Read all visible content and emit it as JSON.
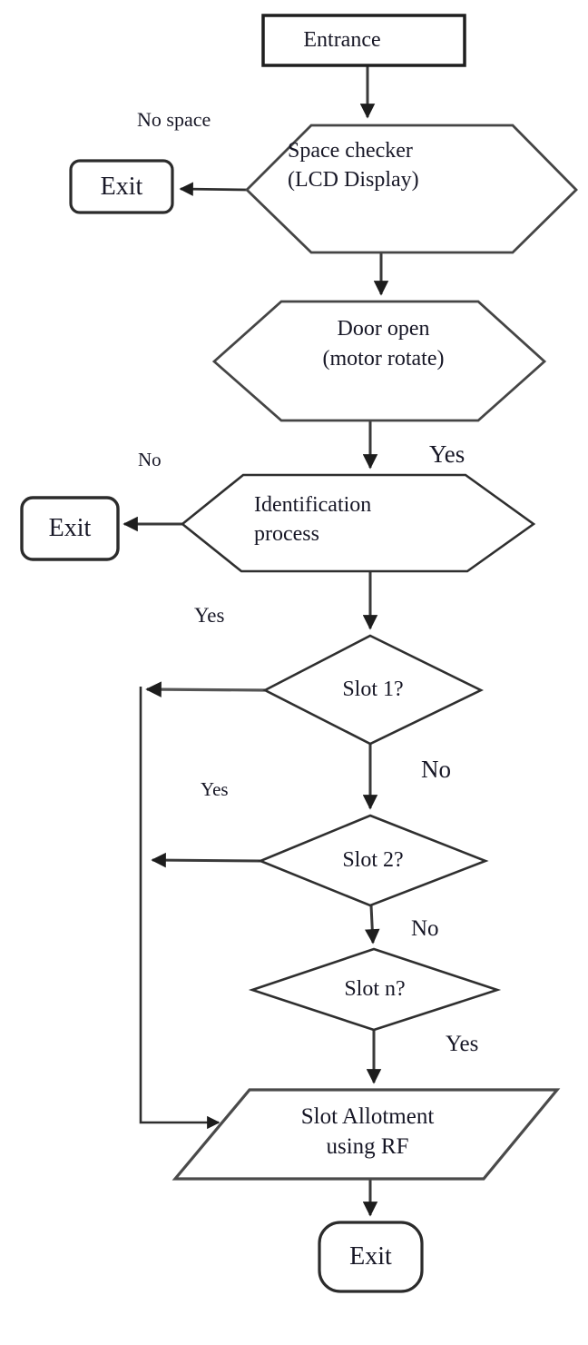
{
  "nodes": {
    "entrance": {
      "label": "Entrance",
      "type": "rectangle"
    },
    "space_checker": {
      "line1": "Space checker",
      "line2": "(LCD Display)",
      "type": "hexagon"
    },
    "exit_top": {
      "label": "Exit",
      "type": "rounded-rectangle"
    },
    "door_open": {
      "line1": "Door open",
      "line2": "(motor rotate)",
      "type": "hexagon"
    },
    "identification": {
      "line1": "Identification",
      "line2": "process",
      "type": "hexagon"
    },
    "exit_mid": {
      "label": "Exit",
      "type": "rounded-rectangle"
    },
    "slot1": {
      "label": "Slot 1?",
      "type": "diamond"
    },
    "slot2": {
      "label": "Slot 2?",
      "type": "diamond"
    },
    "slotn": {
      "label": "Slot n?",
      "type": "diamond"
    },
    "slot_allotment": {
      "line1": "Slot Allotment",
      "line2": "using RF",
      "type": "parallelogram"
    },
    "exit_bottom": {
      "label": "Exit",
      "type": "rounded-rectangle"
    }
  },
  "edge_labels": {
    "no_space": "No space",
    "identification_yes": "Yes",
    "identification_no": "No",
    "slot1_yes": "Yes",
    "slot1_no": "No",
    "slot2_yes": "Yes",
    "slot2_no": "No",
    "slotn_yes": "Yes"
  },
  "colors": {
    "line": "#3a3a3a",
    "arrowhead": "#1d1d1d",
    "text": "#171726",
    "background": "#ffffff"
  }
}
